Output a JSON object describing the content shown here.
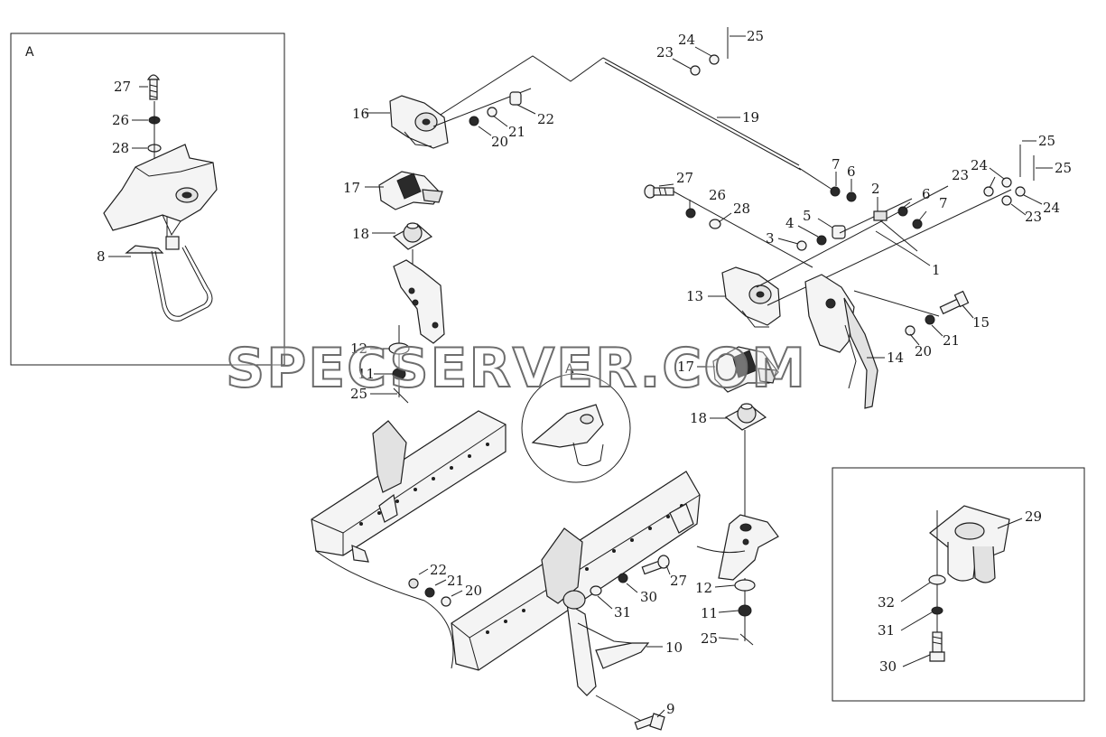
{
  "inset_a": {
    "title": "A"
  },
  "inset_b": {},
  "circle_detail": {
    "title": "A"
  },
  "watermark": "SPECSERVER.COM",
  "labels": {
    "l1": "1",
    "l2": "2",
    "l3": "3",
    "l4": "4",
    "l5": "5",
    "l6a": "6",
    "l6b": "6",
    "l7a": "7",
    "l7b": "7",
    "l8": "8",
    "l9": "9",
    "l10": "10",
    "l11a": "11",
    "l11b": "11",
    "l12a": "12",
    "l12b": "12",
    "l13": "13",
    "l14": "14",
    "l15": "15",
    "l16": "16",
    "l17a": "17",
    "l17b": "17",
    "l18a": "18",
    "l18b": "18",
    "l19": "19",
    "l20a": "20",
    "l20b": "20",
    "l20c": "20",
    "l21a": "21",
    "l21b": "21",
    "l21c": "21",
    "l22a": "22",
    "l22b": "22",
    "l23a": "23",
    "l23b": "23",
    "l23c": "23",
    "l24a": "24",
    "l24b": "24",
    "l24c": "24",
    "l25a": "25",
    "l25b": "25",
    "l25c": "25",
    "l25d": "25",
    "l25e": "25",
    "l26a": "26",
    "l26b": "26",
    "l27a": "27",
    "l27b": "27",
    "l27c": "27",
    "l28a": "28",
    "l28b": "28",
    "l29": "29",
    "l30a": "30",
    "l30b": "30",
    "l31a": "31",
    "l31b": "31",
    "l32": "32"
  }
}
